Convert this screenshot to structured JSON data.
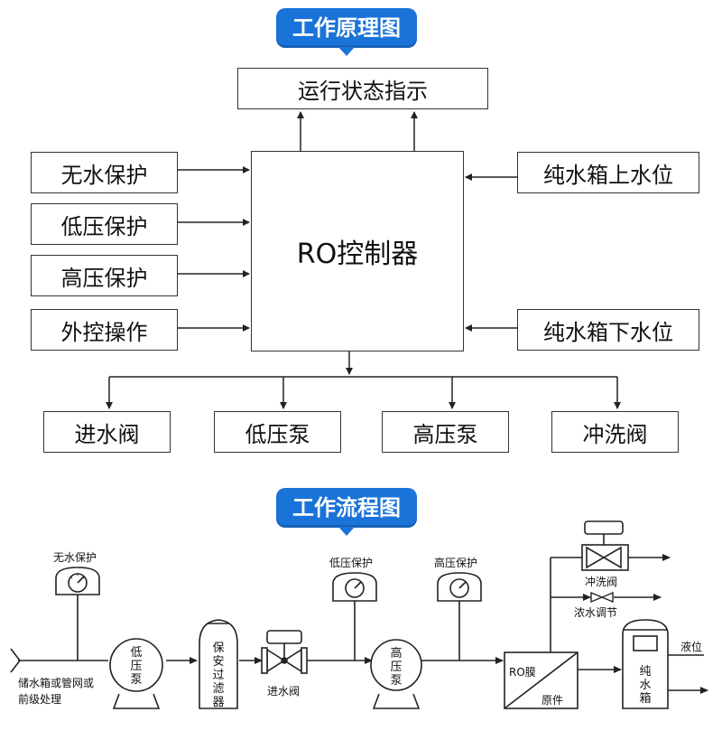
{
  "principle": {
    "title": "工作原理图",
    "status": "运行状态指示",
    "controller": "RO控制器",
    "inputs_left": [
      "无水保护",
      "低压保护",
      "高压保护",
      "外控操作"
    ],
    "inputs_right": [
      "纯水箱上水位",
      "纯水箱下水位"
    ],
    "outputs": [
      "进水阀",
      "低压泵",
      "高压泵",
      "冲洗阀"
    ]
  },
  "flow": {
    "title": "工作流程图",
    "gauges": [
      "无水保护",
      "低压保护",
      "高压保护"
    ],
    "source": [
      "储水箱或管网或",
      "前级处理"
    ],
    "low_pump": [
      "低",
      "压",
      "泵"
    ],
    "filter": [
      "保",
      "安",
      "过",
      "滤",
      "器"
    ],
    "inlet_valve": "进水阀",
    "high_pump": [
      "高",
      "压",
      "泵"
    ],
    "ro_membrane": "RO膜",
    "ro_original": "原件",
    "flush_valve": "冲洗阀",
    "conc_valve": "浓水调节",
    "pure_tank": [
      "纯",
      "水",
      "箱"
    ],
    "level": "液位"
  }
}
